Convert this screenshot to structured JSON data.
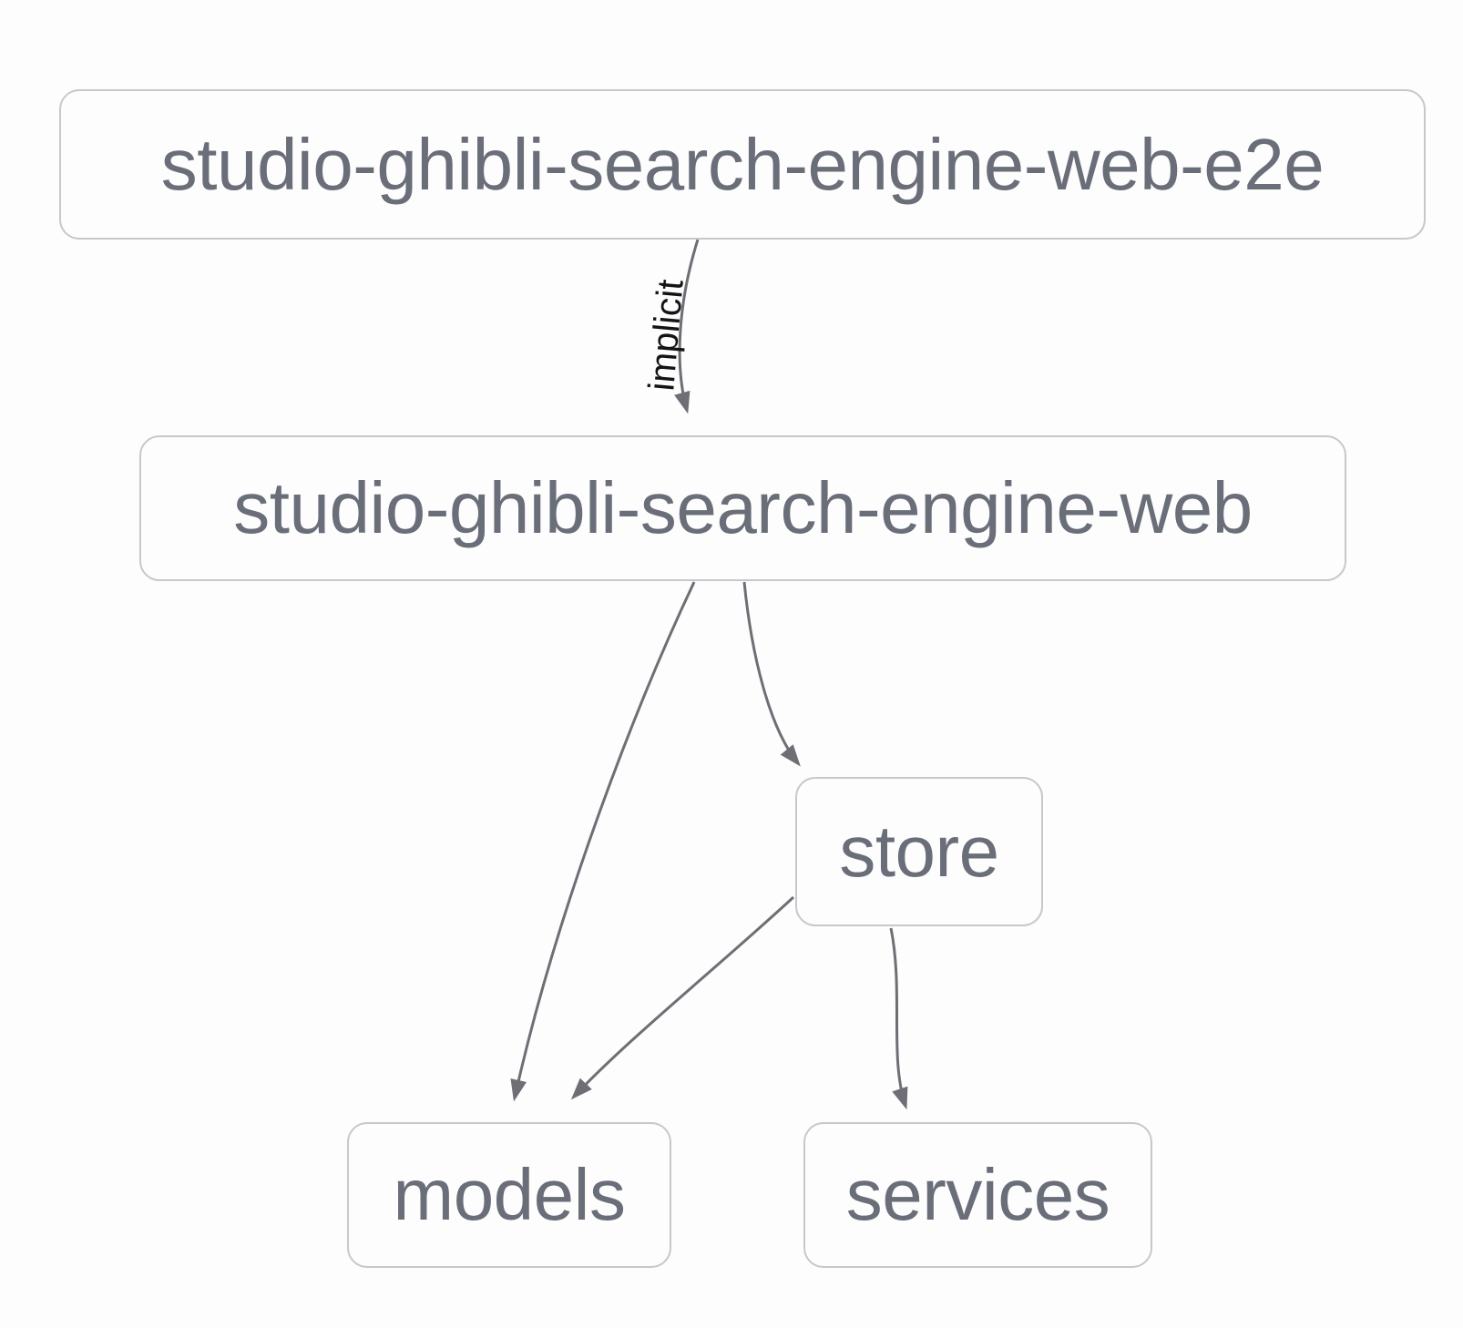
{
  "diagram": {
    "type": "project-dependency-graph",
    "nodes": [
      {
        "id": "studio-ghibli-search-engine-web-e2e",
        "label": "studio-ghibli-search-engine-web-e2e"
      },
      {
        "id": "studio-ghibli-search-engine-web",
        "label": "studio-ghibli-search-engine-web"
      },
      {
        "id": "store",
        "label": "store"
      },
      {
        "id": "models",
        "label": "models"
      },
      {
        "id": "services",
        "label": "services"
      }
    ],
    "edges": [
      {
        "from": "studio-ghibli-search-engine-web-e2e",
        "to": "studio-ghibli-search-engine-web",
        "label": "implicit"
      },
      {
        "from": "studio-ghibli-search-engine-web",
        "to": "models",
        "label": ""
      },
      {
        "from": "studio-ghibli-search-engine-web",
        "to": "store",
        "label": ""
      },
      {
        "from": "store",
        "to": "models",
        "label": ""
      },
      {
        "from": "store",
        "to": "services",
        "label": ""
      }
    ],
    "colors": {
      "background": "#fdfdfd",
      "node_fill": "#fdfdfe",
      "node_border": "#c7c7cd",
      "node_text": "#6a6e78",
      "edge_stroke": "#6e6e75",
      "edge_label_text": "#141414"
    }
  }
}
